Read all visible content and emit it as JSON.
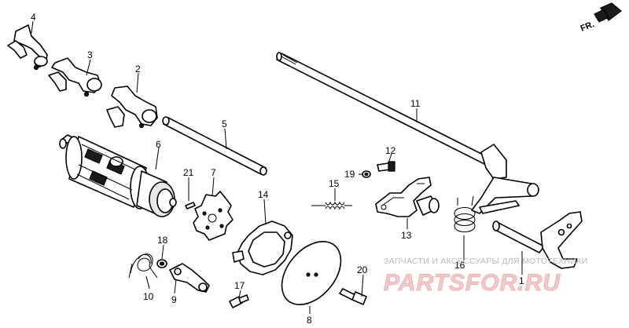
{
  "callouts": {
    "p1": "1",
    "p2": "2",
    "p3": "3",
    "p4": "4",
    "p5": "5",
    "p6": "6",
    "p7": "7",
    "p8": "8",
    "p9": "9",
    "p10": "10",
    "p11": "11",
    "p12": "12",
    "p13": "13",
    "p14": "14",
    "p15": "15",
    "p16": "16",
    "p17": "17",
    "p18": "18",
    "p19": "19",
    "p20": "20",
    "p21": "21"
  },
  "direction_marker": {
    "text": "FR."
  },
  "watermark": {
    "line1": "ЗАПЧАСТИ И АКСЕССУАРЫ ДЛЯ МОТОТЕХНИКИ",
    "line2": "PARTSFOR.RU"
  },
  "colors": {
    "ink": "#000000",
    "watermark_text": "#b9b9b9",
    "watermark_logo": "#f3c9c9"
  }
}
